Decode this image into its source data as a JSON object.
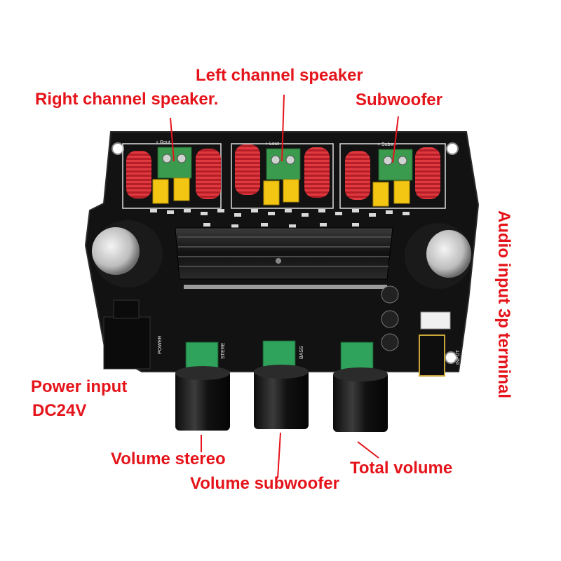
{
  "labels": {
    "right_speaker": "Right channel speaker.",
    "left_speaker": "Left channel speaker",
    "subwoofer": "Subwoofer",
    "power_input_line1": "Power input",
    "power_input_line2": "DC24V",
    "volume_stereo": "Volume stereo",
    "volume_subwoofer": "Volume subwoofer",
    "total_volume": "Total volume",
    "audio_input": "Audio input 3p terminal"
  },
  "silkscreen": {
    "power": "POWER",
    "stere": "STERE",
    "bass": "BASS",
    "input": "INPUT",
    "terminal_right": "+ Rout -",
    "terminal_left": "+ Lout -",
    "terminal_sub": "+ Subw -"
  },
  "colors": {
    "annotation": "#e5141b",
    "pcb": "#141414",
    "terminal": "#3a9a4e",
    "inductor": "#c8232c",
    "capacitor_yellow": "#f3c614",
    "heatsink": "#1c1c1c"
  }
}
